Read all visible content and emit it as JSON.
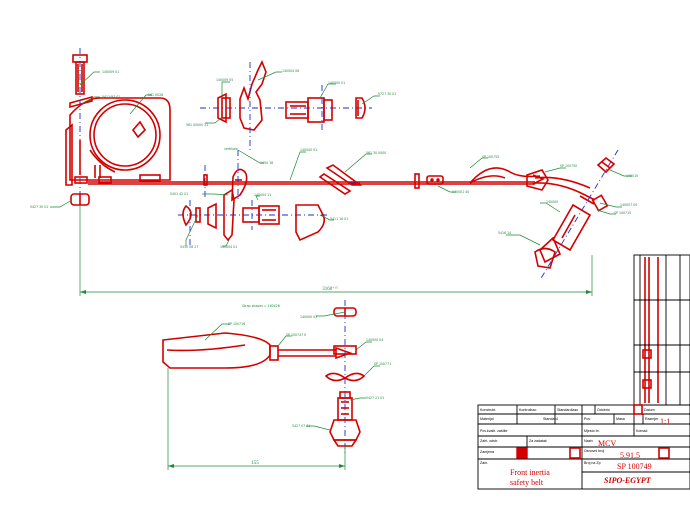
{
  "drawing": {
    "dimension_length": "3160",
    "dimension_length_suffix": "+15",
    "dimension_short": "155",
    "strap_note": "Strap shapes = 160426",
    "vertical_label": "vertikale"
  },
  "part_labels": {
    "p1": "140009 01",
    "p2": "5411/97 01",
    "p3": "561 0028",
    "p4": "140009 05",
    "p5": "140004 08",
    "p6": "140000 01",
    "p7": "5727 30 01",
    "p8": "561 00000 21",
    "p9": "1450 18",
    "p10": "140000 01",
    "p11": "SP 100755",
    "p12": "561 30 0000",
    "p13": "SP 100750",
    "p14": "SP 100715",
    "p15": "140010",
    "p16": "140007 00",
    "p17": "140000",
    "p18": "5416 14",
    "p19": "140001 40",
    "p20": "5401 42 01",
    "p21": "5430 08 27",
    "p22": "140004 01",
    "p23": "140004 11",
    "p24": "5411 16 01",
    "p25": "5427 30 01",
    "p26": "140000 03",
    "p27": "SP 100716",
    "p28": "140000 04",
    "p29": "5427 07 01",
    "p30": "SP 100747 0",
    "p31": "SP 100771",
    "p32": "5427 21 01"
  },
  "title_block": {
    "header_labels": [
      "Konstrukt.",
      "Kontrolirao",
      "Standardizao",
      "Odobrio",
      "Datum"
    ],
    "row2": [
      "Materijal",
      "Standard",
      "Pov.",
      "Masa",
      "Razmjer"
    ],
    "scale": "1:1",
    "row3": [
      "Pov.kvalit. zaštite",
      "Mjesto br.",
      "Komad"
    ],
    "row4": [
      "Zaht. odstr.",
      "Za zadatak",
      "Naziv"
    ],
    "material_code": "MCV",
    "row5": [
      "Zamjena",
      "Osnovni broj"
    ],
    "basic_number": "5.91.5",
    "row6": [
      "Zam.",
      "Broj na Zp"
    ],
    "drawing_number": "SP 100749",
    "title_line1": "Front inertia",
    "title_line2": "safety belt",
    "company": "SIPO-EGYPT"
  }
}
